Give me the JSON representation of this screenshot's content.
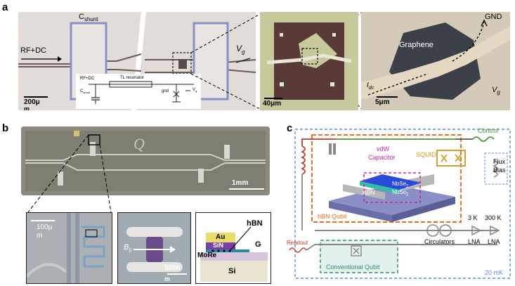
{
  "panels": {
    "a": {
      "label": "a",
      "c_shunt": "C",
      "c_shunt_sub": "shunt",
      "rf_dc": "RF+DC",
      "vg": "V",
      "vg_sub": "g",
      "scale_200": "200μ",
      "scale_200_unit": "m",
      "inset_rfdc": "RF+DC",
      "inset_tl": "TL resonator",
      "inset_cshunt": "C",
      "inset_cshunt_sub": "shunt",
      "inset_gnd": "gnd",
      "inset_vg": "V",
      "inset_vg_sub": "g",
      "scale_40": "40μm",
      "graphene": "Graphene",
      "gnd": "GND",
      "idc": "I",
      "idc_sub": "dc",
      "vg2": "V",
      "vg2_sub": "g",
      "scale_5": "5μm"
    },
    "b": {
      "label": "b",
      "q_logo": "Q",
      "scale_1mm": "1mm",
      "scale_100": "100μ",
      "scale_100_unit": "m",
      "b_par": "B",
      "b_par_sub": "||",
      "scale_500": "500n",
      "scale_500_unit": "m",
      "hbn": "hBN",
      "au": "Au",
      "sin": "SiN",
      "g": "G",
      "more": "MoRe",
      "si": "Si"
    },
    "c": {
      "label": "c",
      "control": "Control",
      "vdw": "vdW",
      "capacitor": "Capacitor",
      "squid": "SQUID",
      "flux": "Flux",
      "bias": "Bias",
      "hbn": "hBN",
      "nbse2_top": "NbSe",
      "nbse2_bot": "NbSe",
      "sub2": "2",
      "hbn_qubit": "hBN Qubit",
      "readout": "Readout",
      "circulators": "Circulators",
      "k3": "3 K",
      "k300": "300 K",
      "lna1": "LNA",
      "lna2": "LNA",
      "conventional": "Conventional Qubit",
      "mk20": "20 mK"
    }
  },
  "colors": {
    "orange_dash": "#e8731c",
    "blue_dash": "#5b8fd6",
    "teal_dash": "#2e8f7a",
    "control_green": "#4a9a2f",
    "readout_red": "#c33c2a",
    "squid_gold": "#c89a18",
    "vdw_magenta": "#c628a8"
  }
}
